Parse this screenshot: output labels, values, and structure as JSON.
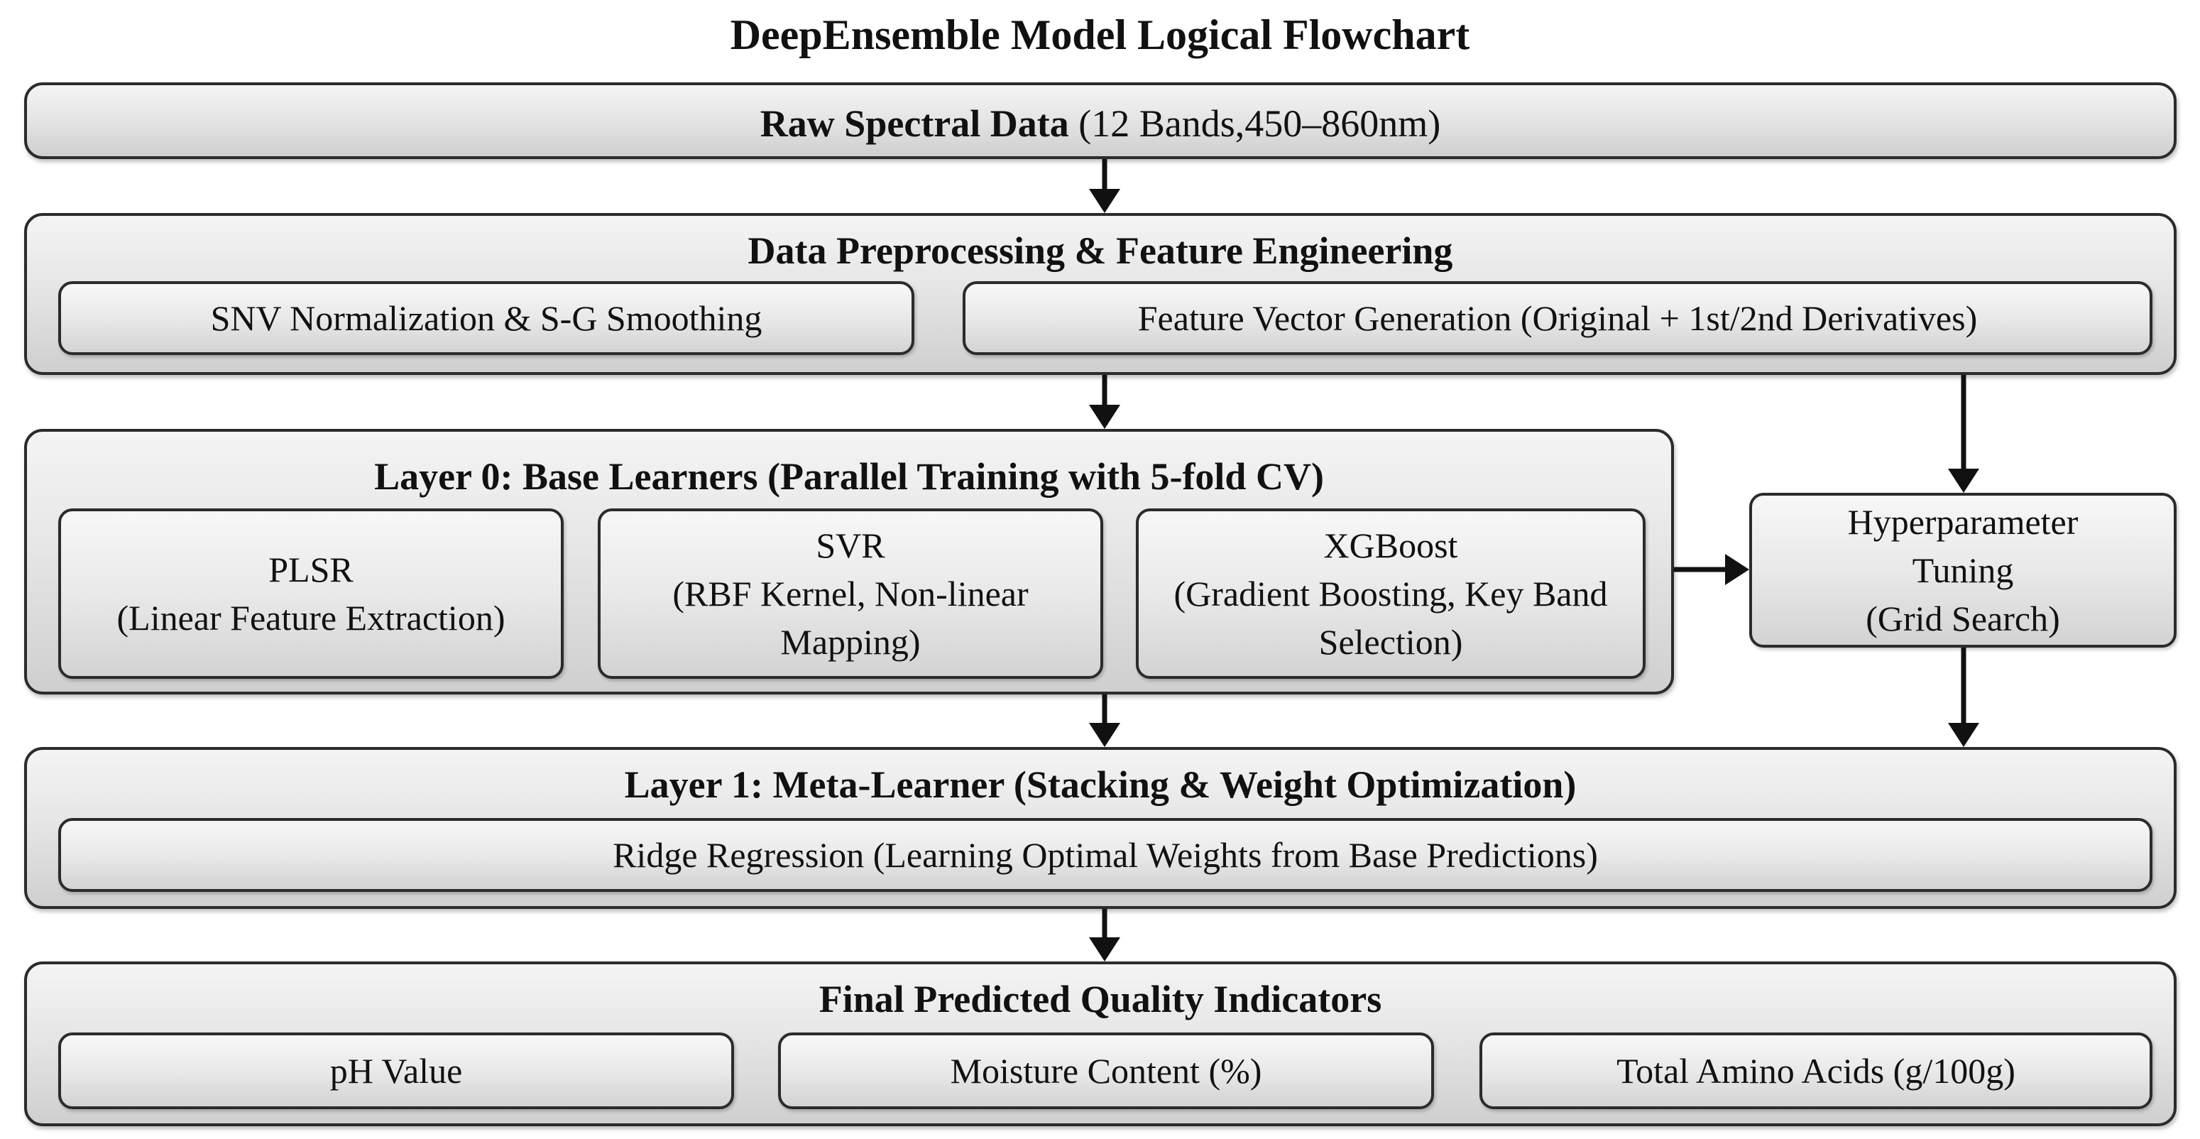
{
  "title": "DeepEnsemble Model Logical Flowchart",
  "raw_data": {
    "label_bold": "Raw Spectral Data",
    "label_detail": "(12 Bands,450–860nm)"
  },
  "preprocessing": {
    "title": "Data Preprocessing & Feature Engineering",
    "steps": [
      "SNV Normalization & S-G Smoothing",
      "Feature Vector Generation (Original + 1st/2nd Derivatives)"
    ]
  },
  "layer0": {
    "title": "Layer 0: Base Learners (Parallel Training with 5-fold CV)",
    "learners": [
      {
        "name": "PLSR",
        "detail": "(Linear Feature Extraction)"
      },
      {
        "name": "SVR",
        "detail": "(RBF Kernel, Non-linear Mapping)"
      },
      {
        "name": "XGBoost",
        "detail": "(Gradient Boosting, Key Band Selection)"
      }
    ]
  },
  "tuning": {
    "line1": "Hyperparameter",
    "line2": "Tuning",
    "line3": "(Grid Search)"
  },
  "layer1": {
    "title": "Layer 1: Meta-Learner (Stacking & Weight Optimization)",
    "method": "Ridge Regression (Learning Optimal Weights from Base Predictions)"
  },
  "outputs": {
    "title": "Final Predicted Quality Indicators",
    "items": [
      "pH Value",
      "Moisture Content (%)",
      "Total Amino Acids (g/100g)"
    ]
  }
}
